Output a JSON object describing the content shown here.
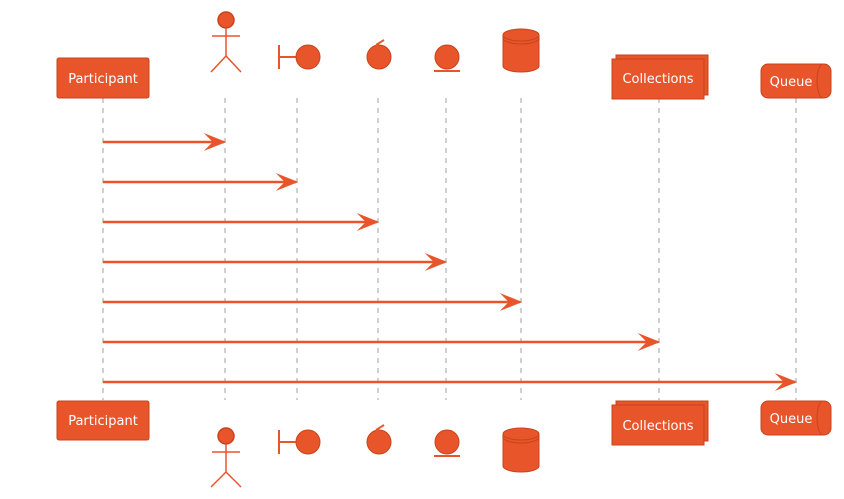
{
  "participants": {
    "participant": "Participant",
    "collections": "Collections",
    "queue": "Queue"
  },
  "colors": {
    "fill": "#e8552a",
    "stroke": "#c9431c",
    "lifeline": "#a0a0a0"
  },
  "messages": [
    {
      "from": "participant",
      "to": "actor"
    },
    {
      "from": "participant",
      "to": "boundary"
    },
    {
      "from": "participant",
      "to": "control"
    },
    {
      "from": "participant",
      "to": "entity"
    },
    {
      "from": "participant",
      "to": "database"
    },
    {
      "from": "participant",
      "to": "collections"
    },
    {
      "from": "participant",
      "to": "queue"
    }
  ]
}
